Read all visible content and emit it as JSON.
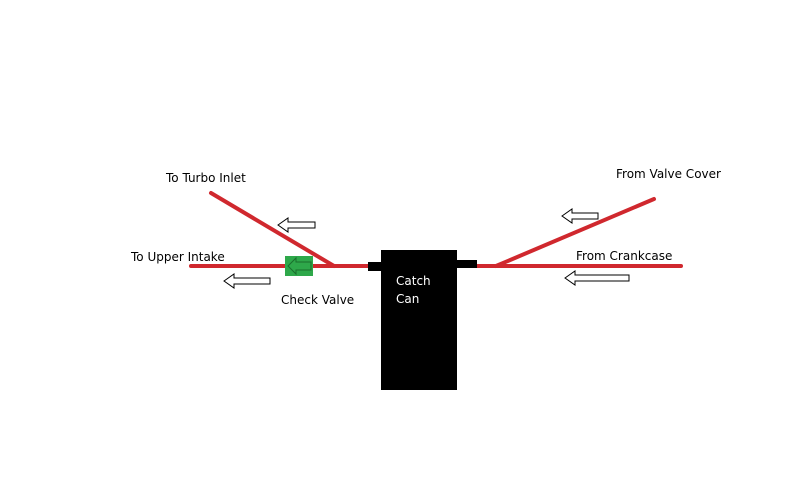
{
  "labels": {
    "to_turbo_inlet": "To Turbo Inlet",
    "to_upper_intake": "To Upper Intake",
    "check_valve": "Check Valve",
    "from_valve_cover": "From Valve Cover",
    "from_crankcase": "From Crankcase",
    "catch_can_line1": "Catch",
    "catch_can_line2": "Can"
  },
  "colors": {
    "hose": "#d0282e",
    "catch_can": "#000000",
    "check_valve": "#2ea84a",
    "arrow_fill": "#ffffff",
    "arrow_stroke": "#000000",
    "background": "#ffffff"
  },
  "icons": {
    "flow_arrow": "left-arrow-icon",
    "check_valve_arrow": "left-arrow-icon"
  }
}
